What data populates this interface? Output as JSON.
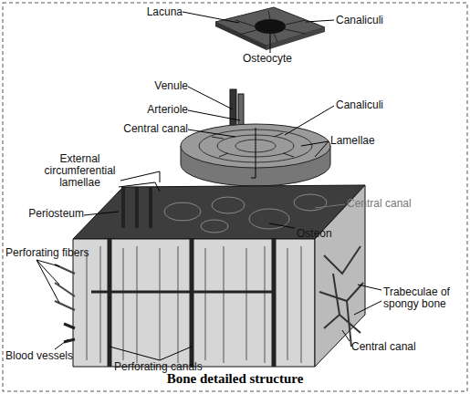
{
  "diagram": {
    "caption": "Bone detailed structure",
    "labels": [
      "Lacuna",
      "Canaliculi",
      "Osteocyte",
      "Venule",
      "Arteriole",
      "Central canal",
      "Canaliculi",
      "Lamellae",
      "External circumferential lamellae",
      "Periosteum",
      "Central canal",
      "Osteon",
      "Perforating fibers",
      "Trabeculae of spongy bone",
      "Central canal",
      "Blood vessels",
      "Perforating canals"
    ]
  }
}
